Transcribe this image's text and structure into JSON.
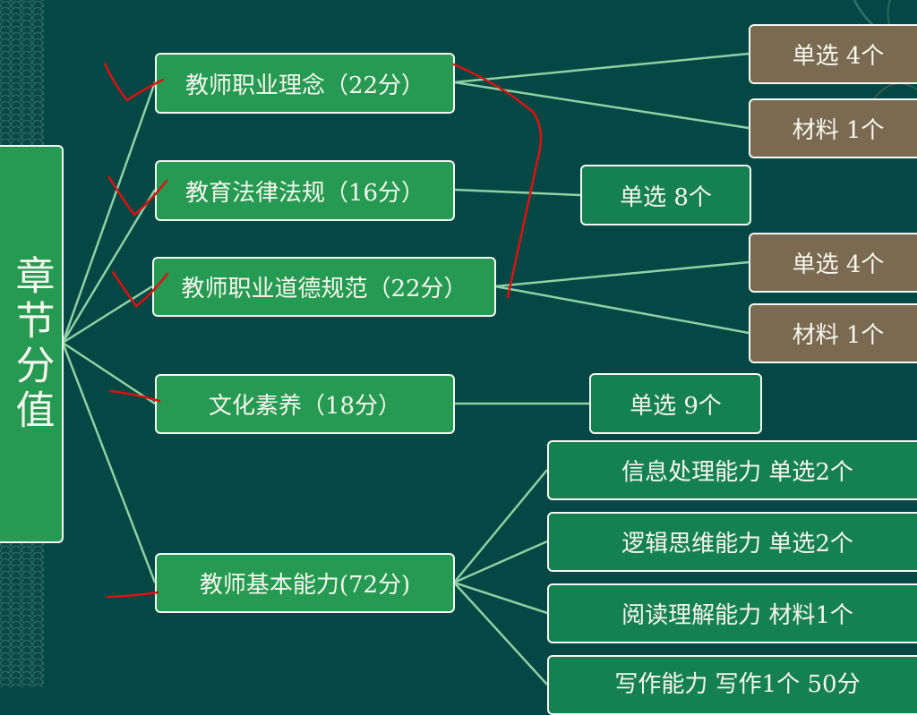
{
  "root": {
    "label": "章节分值"
  },
  "chapters": [
    {
      "label": "教师职业理念（22分）",
      "items": [
        "单选 4个",
        "材料 1个"
      ]
    },
    {
      "label": "教育法律法规（16分）",
      "items": [
        "单选 8个"
      ]
    },
    {
      "label": "教师职业道德规范（22分）",
      "items": [
        "单选 4个",
        "材料 1个"
      ]
    },
    {
      "label": "文化素养（18分）",
      "items": [
        "单选 9个"
      ]
    },
    {
      "label": "教师基本能力(72分)",
      "items": [
        "信息处理能力 单选2个",
        "逻辑思维能力 单选2个",
        "阅读理解能力 材料1个",
        "写作能力 写作1个 50分"
      ]
    }
  ],
  "colors": {
    "background": "#034845",
    "node_green": "#269a52",
    "leaf_green": "#168150",
    "leaf_brown": "#7b6a52",
    "connector": "#8fd0a3",
    "annotation_red": "#e01010"
  }
}
